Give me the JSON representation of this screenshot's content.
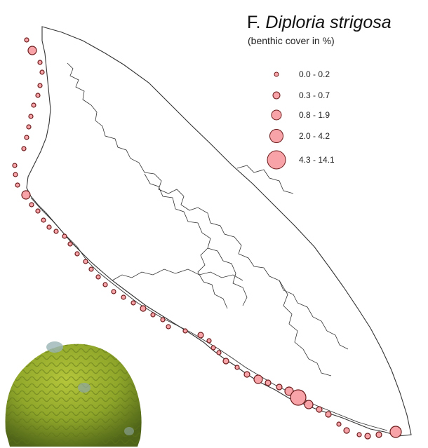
{
  "map": {
    "panel_letter": "F.",
    "species": "Diploria strigosa",
    "subtitle": "(benthic cover in %)",
    "marker_fill": "#f7a3a8",
    "marker_stroke": "#6b1a1a",
    "outline_color": "#333333"
  },
  "legend": {
    "items": [
      {
        "label": "0.0 - 0.2",
        "class": 1
      },
      {
        "label": "0.3 - 0.7",
        "class": 2
      },
      {
        "label": "0.8 - 1.9",
        "class": 3
      },
      {
        "label": "2.0 - 4.2",
        "class": 4
      },
      {
        "label": "4.3 - 14.1",
        "class": 5
      }
    ]
  },
  "photo": {
    "icon": "brain-coral-photo"
  }
}
